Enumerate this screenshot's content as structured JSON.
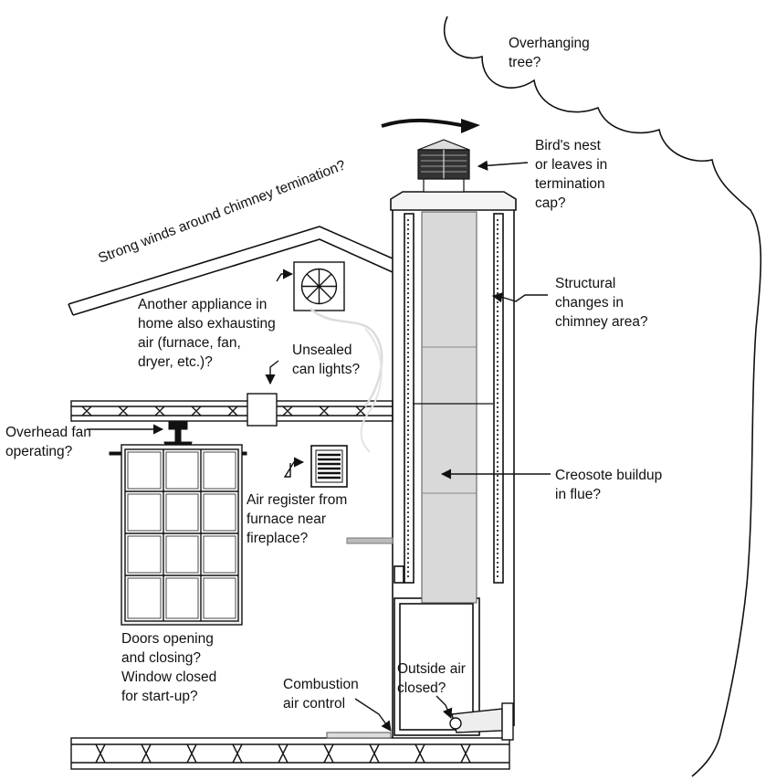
{
  "labels": {
    "tree": [
      "Overhanging",
      "tree?"
    ],
    "winds": "Strong winds around chimney temination?",
    "nest": [
      "Bird's nest",
      "or leaves in",
      "termination",
      "cap?"
    ],
    "structural": [
      "Structural",
      "changes in",
      "chimney area?"
    ],
    "appliance": [
      "Another appliance in",
      "home also exhausting",
      "air (furnace, fan,",
      "dryer, etc.)?"
    ],
    "canlights": [
      "Unsealed",
      "can lights?"
    ],
    "fan": [
      "Overhead fan",
      "operating?"
    ],
    "register": [
      "Air register from",
      "furnace near",
      "fireplace?"
    ],
    "creosote": [
      "Creosote buildup",
      "in flue?"
    ],
    "doors": [
      "Doors opening",
      "and closing?",
      "Window closed",
      "for start-up?"
    ],
    "combustion": [
      "Combustion",
      "air control"
    ],
    "outside": [
      "Outside air",
      "closed?"
    ]
  },
  "icons": {
    "fan": "exhaust-fan-icon",
    "register": "air-register-icon"
  },
  "colors": {
    "line": "#1a1a1a",
    "flue": "#d9d9d9",
    "background": "#ffffff"
  }
}
